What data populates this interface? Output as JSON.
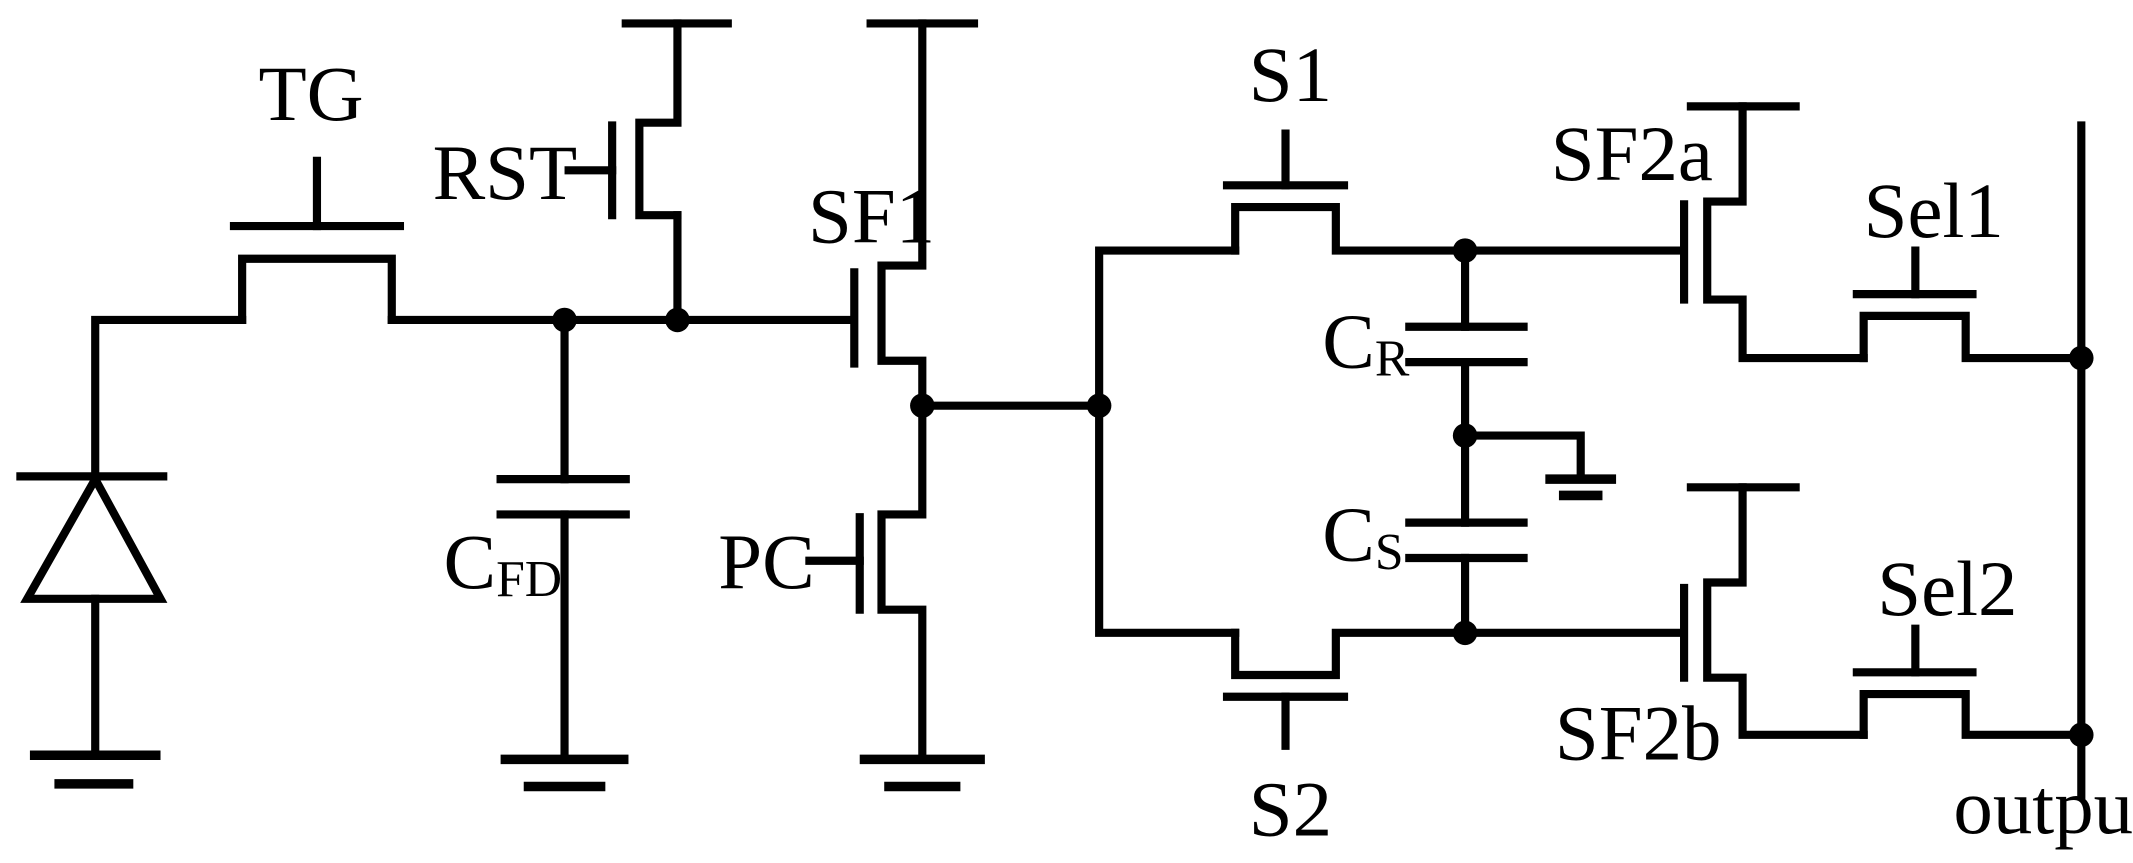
{
  "labels": {
    "tg": "TG",
    "rst": "RST",
    "sf1": "SF1",
    "pc": "PC",
    "cfd_main": "C",
    "cfd_sub": "FD",
    "s1": "S1",
    "s2": "S2",
    "cr_main": "C",
    "cr_sub": "R",
    "cs_main": "C",
    "cs_sub": "S",
    "sf2a": "SF2a",
    "sf2b": "SF2b",
    "sel1": "Sel1",
    "sel2": "Sel2",
    "output": "output"
  }
}
